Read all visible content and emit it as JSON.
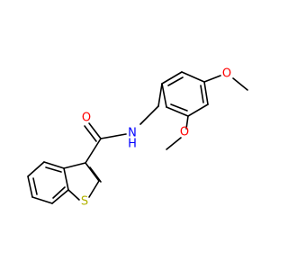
{
  "atoms": {
    "oxygen_carbonyl": "O",
    "nitrogen_amide": "N",
    "hydrogen_amide": "H",
    "sulfur_ring": "S",
    "oxygen_methoxy_upper": "O",
    "oxygen_methoxy_lower": "O"
  },
  "colors": {
    "oxygen": "#ff0000",
    "nitrogen": "#0000ff",
    "sulfur": "#b2b200",
    "bond": "#000000"
  }
}
